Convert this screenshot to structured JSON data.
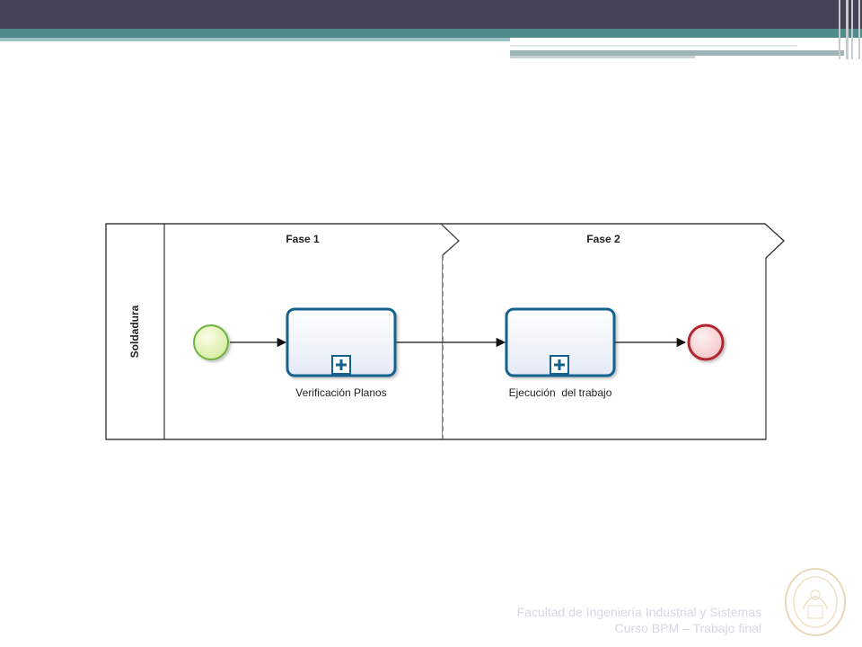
{
  "diagram": {
    "pool_label": "Soldadura",
    "phases": [
      {
        "label": "Fase 1"
      },
      {
        "label": "Fase 2"
      }
    ],
    "tasks": [
      {
        "label": "Verificación Planos"
      },
      {
        "label": "Ejecución  del trabajo"
      }
    ],
    "colors": {
      "start_event": "#6db33f",
      "end_event": "#b3262e",
      "task_border": "#15628f",
      "task_fill": "#eef2fa",
      "lane_border": "#333333"
    }
  },
  "footer": {
    "line1": "Facultad de Ingeniería Industrial y Sistemas",
    "line2": "Curso BPM – Trabajo final"
  },
  "icons": [
    "subprocess-plus-icon",
    "university-seal-icon"
  ]
}
